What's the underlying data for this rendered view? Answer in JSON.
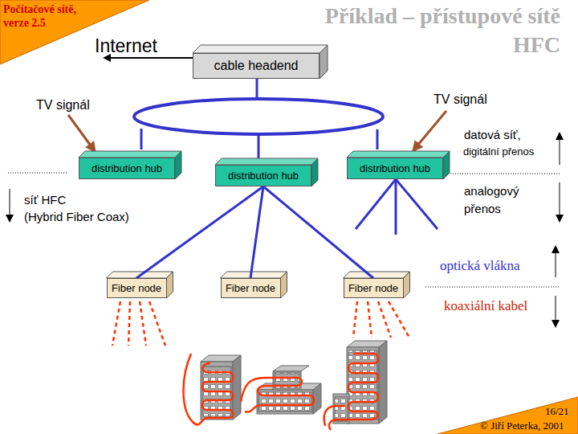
{
  "diagram": {
    "title": "Příklad – přístupové sítě HFC",
    "nodes": [
      {
        "text": [
          "cable headend"
        ]
      },
      {
        "text": [
          "distribution hub"
        ]
      },
      {
        "text": [
          "distribution hub"
        ]
      },
      {
        "text": [
          "distribution hub"
        ]
      },
      {
        "text": [
          "Fiber node"
        ]
      },
      {
        "text": [
          "Fiber node"
        ]
      },
      {
        "text": [
          "Fiber node"
        ]
      }
    ],
    "edges": [
      {
        "from": 2,
        "to": 4,
        "arrow": "none"
      },
      {
        "from": 2,
        "to": 5,
        "arrow": "none"
      },
      {
        "from": 2,
        "to": 6,
        "arrow": "none"
      }
    ],
    "labels": [
      "Počítačové sítě, verze 2.5",
      "Internet",
      "TV signál",
      "TV signál",
      "datová síť,",
      "digitální přenos",
      "síť HFC",
      "(Hybrid Fiber Coax)",
      "analogový",
      "přenos",
      "optická vlákna",
      "koaxiální kabel",
      "16/21",
      "© Jiří Peterka, 2001"
    ]
  }
}
